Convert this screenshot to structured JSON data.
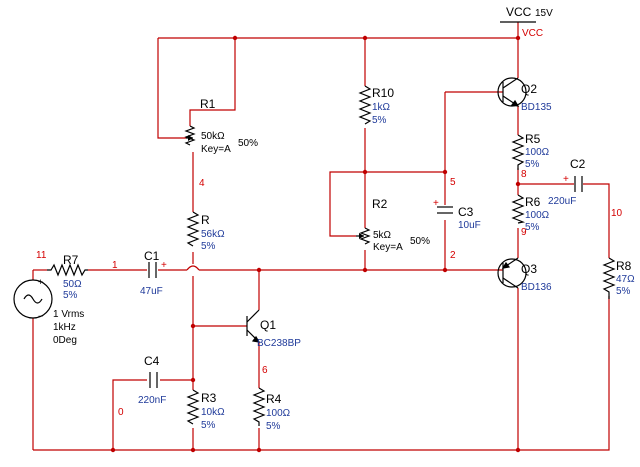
{
  "rail": {
    "name": "VCC",
    "value": "15V",
    "net_label": "VCC"
  },
  "components": {
    "r1": {
      "ref": "R1",
      "value": "50kΩ",
      "extra": "Key=A",
      "setting": "50%"
    },
    "r": {
      "ref": "R",
      "value": "56kΩ",
      "tol": "5%"
    },
    "r10": {
      "ref": "R10",
      "value": "1kΩ",
      "tol": "5%"
    },
    "r2": {
      "ref": "R2",
      "value": "5kΩ",
      "extra": "Key=A",
      "setting": "50%"
    },
    "c3": {
      "ref": "C3",
      "value": "10uF"
    },
    "r7": {
      "ref": "R7",
      "value": "50Ω",
      "tol": "5%"
    },
    "c1": {
      "ref": "C1",
      "value": "47uF"
    },
    "c4": {
      "ref": "C4",
      "value": "220nF"
    },
    "r3": {
      "ref": "R3",
      "value": "10kΩ",
      "tol": "5%"
    },
    "r4": {
      "ref": "R4",
      "value": "100Ω",
      "tol": "5%"
    },
    "q1": {
      "ref": "Q1",
      "model": "BC238BP"
    },
    "q2": {
      "ref": "Q2",
      "model": "BD135"
    },
    "q3": {
      "ref": "Q3",
      "model": "BD136"
    },
    "r5": {
      "ref": "R5",
      "value": "100Ω",
      "tol": "5%"
    },
    "r6": {
      "ref": "R6",
      "value": "100Ω",
      "tol": "5%"
    },
    "c2": {
      "ref": "C2",
      "value": "220uF"
    },
    "r8": {
      "ref": "R8",
      "value": "47Ω",
      "tol": "5%"
    },
    "v1": {
      "amplitude": "1 Vrms",
      "frequency": "1kHz",
      "phase": "0Deg"
    }
  },
  "nodes": {
    "n0": "0",
    "n1": "1",
    "n2": "2",
    "n4": "4",
    "n5": "5",
    "n6": "6",
    "n8": "8",
    "n9": "9",
    "n10": "10",
    "n11": "11"
  },
  "colors": {
    "wire": "#c00000",
    "body": "#000000",
    "value": "#1f3a9a",
    "node": "#d40000"
  }
}
